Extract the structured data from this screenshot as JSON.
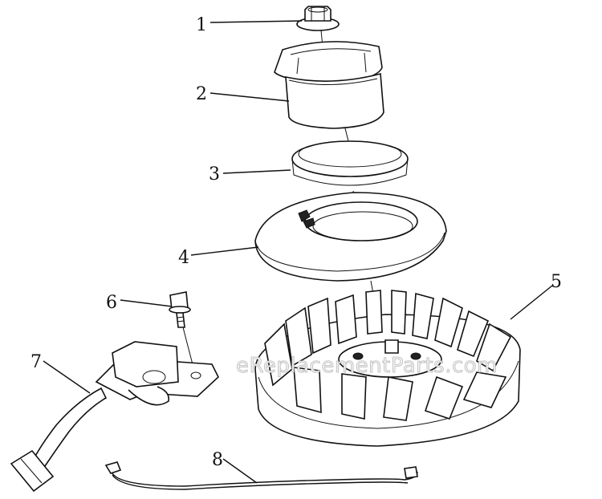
{
  "labels": [
    "1",
    "2",
    "3",
    "4",
    "5",
    "6",
    "7",
    "8"
  ],
  "watermark": "eReplacementParts.com"
}
